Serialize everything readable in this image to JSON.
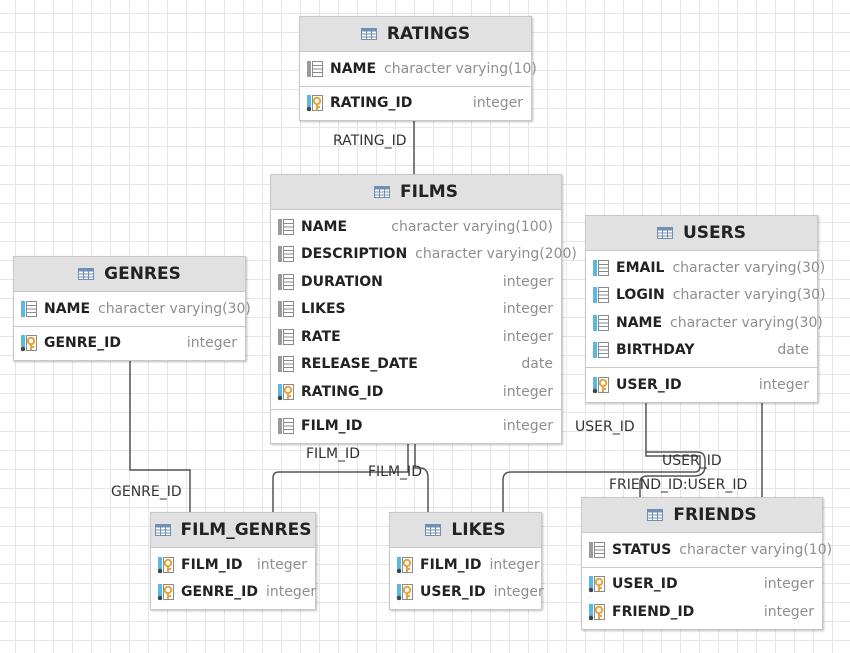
{
  "tables": {
    "ratings": {
      "name": "RATINGS",
      "columns": [
        {
          "name": "NAME",
          "type": "character varying(10)"
        }
      ],
      "keys": [
        {
          "name": "RATING_ID",
          "type": "integer"
        }
      ]
    },
    "films": {
      "name": "FILMS",
      "columns": [
        {
          "name": "NAME",
          "type": "character varying(100)"
        },
        {
          "name": "DESCRIPTION",
          "type": "character varying(200)"
        },
        {
          "name": "DURATION",
          "type": "integer"
        },
        {
          "name": "LIKES",
          "type": "integer"
        },
        {
          "name": "RATE",
          "type": "integer"
        },
        {
          "name": "RELEASE_DATE",
          "type": "date"
        },
        {
          "name": "RATING_ID",
          "type": "integer"
        }
      ],
      "keys": [
        {
          "name": "FILM_ID",
          "type": "integer"
        }
      ]
    },
    "genres": {
      "name": "GENRES",
      "columns": [
        {
          "name": "NAME",
          "type": "character varying(30)"
        }
      ],
      "keys": [
        {
          "name": "GENRE_ID",
          "type": "integer"
        }
      ]
    },
    "users": {
      "name": "USERS",
      "columns": [
        {
          "name": "EMAIL",
          "type": "character varying(30)"
        },
        {
          "name": "LOGIN",
          "type": "character varying(30)"
        },
        {
          "name": "NAME",
          "type": "character varying(30)"
        },
        {
          "name": "BIRTHDAY",
          "type": "date"
        }
      ],
      "keys": [
        {
          "name": "USER_ID",
          "type": "integer"
        }
      ]
    },
    "film_genres": {
      "name": "FILM_GENRES",
      "columns": [
        {
          "name": "FILM_ID",
          "type": "integer"
        },
        {
          "name": "GENRE_ID",
          "type": "integer"
        }
      ]
    },
    "likes": {
      "name": "LIKES",
      "columns": [
        {
          "name": "FILM_ID",
          "type": "integer"
        },
        {
          "name": "USER_ID",
          "type": "integer"
        }
      ]
    },
    "friends": {
      "name": "FRIENDS",
      "columns": [
        {
          "name": "STATUS",
          "type": "character varying(10)"
        }
      ],
      "keys": [
        {
          "name": "USER_ID",
          "type": "integer"
        },
        {
          "name": "FRIEND_ID",
          "type": "integer"
        }
      ]
    }
  },
  "relations": {
    "films_rating": "RATING_ID",
    "film_genres_genre": "GENRE_ID",
    "film_genres_film": "FILM_ID",
    "likes_film": "FILM_ID",
    "likes_user": "USER_ID",
    "friends_user": "USER_ID",
    "friends_friend": "FRIEND_ID:USER_ID",
    "users_user": "USER_ID"
  },
  "colors": {
    "header": "#e1e1e1",
    "grid": "#e6e6e6",
    "key_icon": "#e8a33c",
    "column_icon": "#5bb8e0",
    "edge": "#555555"
  }
}
